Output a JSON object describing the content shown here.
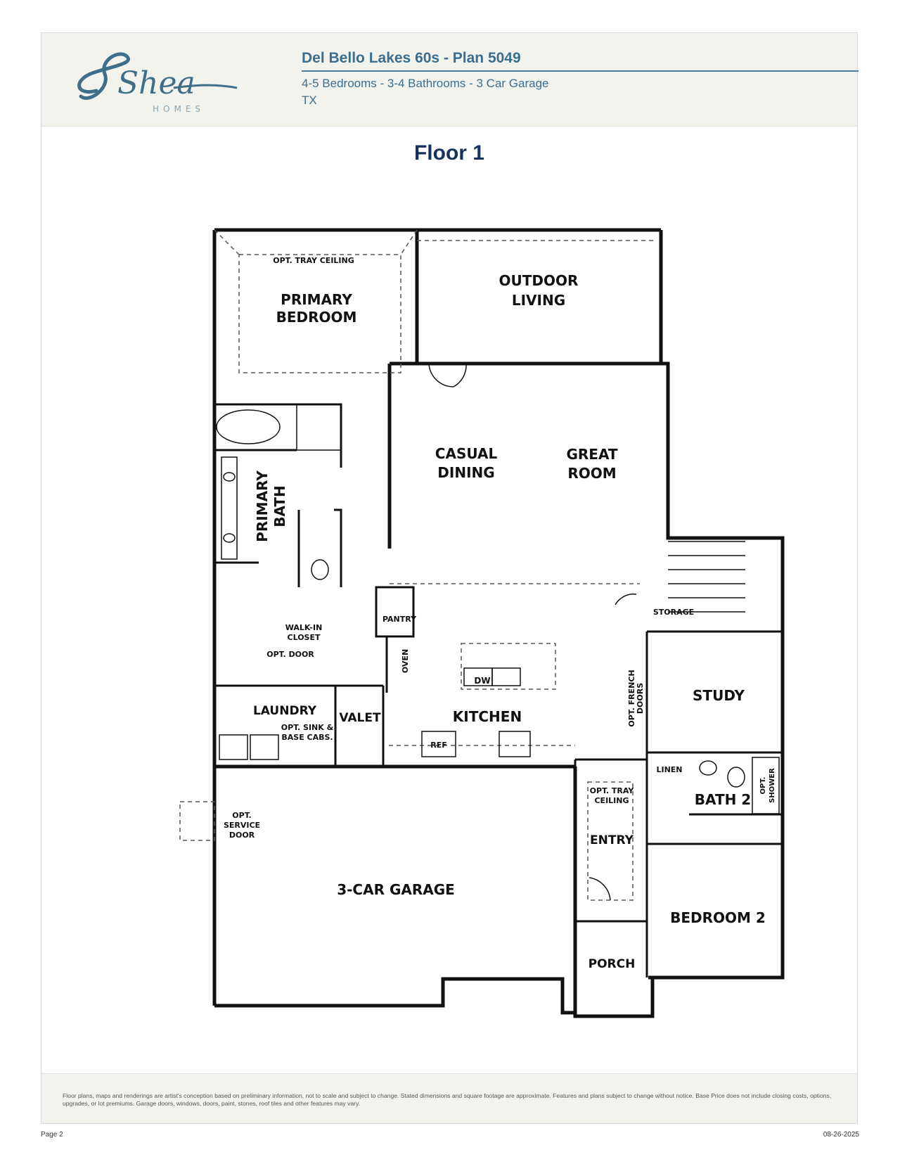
{
  "header": {
    "brand_name": "Shea",
    "brand_sub": "HOMES",
    "title": "Del Bello Lakes 60s - Plan 5049",
    "subtitle": "4-5 Bedrooms - 3-4 Bathrooms - 3 Car Garage",
    "state": "TX"
  },
  "floor_title": "Floor 1",
  "rooms": {
    "primary_bedroom_1": "PRIMARY",
    "primary_bedroom_2": "BEDROOM",
    "opt_tray_ceiling": "OPT. TRAY CEILING",
    "outdoor_living_1": "OUTDOOR",
    "outdoor_living_2": "LIVING",
    "casual_dining_1": "CASUAL",
    "casual_dining_2": "DINING",
    "great_room_1": "GREAT",
    "great_room_2": "ROOM",
    "primary_bath_1": "PRIMARY",
    "primary_bath_2": "BATH",
    "walk_in_closet_1": "WALK-IN",
    "walk_in_closet_2": "CLOSET",
    "opt_door": "OPT. DOOR",
    "pantry": "PANTRY",
    "oven": "OVEN",
    "dw": "DW",
    "kitchen": "KITCHEN",
    "ref": "REF",
    "storage": "STORAGE",
    "opt_french_doors_1": "OPT. FRENCH",
    "opt_french_doors_2": "DOORS",
    "study": "STUDY",
    "laundry": "LAUNDRY",
    "opt_sink_1": "OPT. SINK &",
    "opt_sink_2": "BASE CABS.",
    "valet": "VALET",
    "linen": "LINEN",
    "bath_2": "BATH 2",
    "opt_shower_1": "OPT.",
    "opt_shower_2": "SHOWER",
    "opt_service_door_1": "OPT.",
    "opt_service_door_2": "SERVICE",
    "opt_service_door_3": "DOOR",
    "entry_tray_1": "OPT. TRAY",
    "entry_tray_2": "CEILING",
    "entry": "ENTRY",
    "garage": "3-CAR GARAGE",
    "bedroom_2": "BEDROOM 2",
    "porch": "PORCH"
  },
  "footer": {
    "disclaimer": "Floor plans, maps and renderings are artist's conception based on preliminary information, not to scale and subject to change. Stated dimensions and square footage are approximate. Features and plans subject to change without notice. Base Price does not include closing costs, options, upgrades, or lot premiums. Garage doors, windows, doors, paint, stones, roof tiles and other features may vary.",
    "page": "Page 2",
    "date": "08-26-2025"
  },
  "colors": {
    "brand_blue": "#3b6e8e",
    "title_navy": "#16325c",
    "wall": "#111111"
  }
}
